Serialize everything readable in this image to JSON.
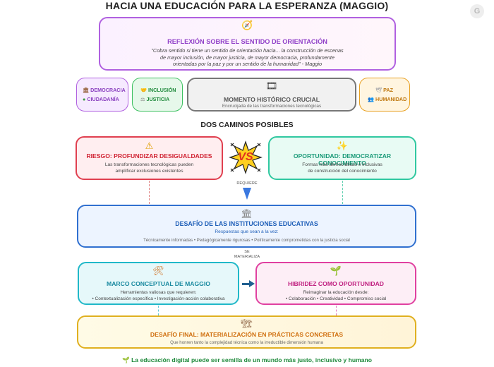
{
  "title": "HACIA UNA EDUCACIÓN PARA LA ESPERANZA (MAGGIO)",
  "reflexion": {
    "icon": "🧭",
    "heading": "REFLEXIÓN SOBRE EL SENTIDO DE ORIENTACIÓN",
    "quote_line1": "\"Cobra sentido si tiene un sentido de orientación hacia... la construcción de escenas",
    "quote_line2": "de mayor inclusión, de mayor justicia, de mayor democracia, profundamente",
    "quote_line3": "orientadas por la paz y por un sentido de la humanidad\" - Maggio"
  },
  "values": {
    "democracia": "DEMOCRACIA",
    "ciudadania": "CIUDADANÍA",
    "inclusion": "INCLUSIÓN",
    "justicia": "JUSTICIA",
    "paz": "PAZ",
    "humanidad": "HUMANIDAD"
  },
  "momento": {
    "heading": "MOMENTO HISTÓRICO CRUCIAL",
    "subtitle": "Encrucijada de las transformaciones tecnológicas"
  },
  "caminos_title": "DOS CAMINOS POSIBLES",
  "riesgo": {
    "heading": "RIESGO: PROFUNDIZAR DESIGUALDADES",
    "line1": "Las transformaciones tecnológicas pueden",
    "line2": "amplificar exclusiones existentes"
  },
  "vs_label": "VS",
  "oportunidad": {
    "heading": "OPORTUNIDAD: DEMOCRATIZAR CONOCIMIENTO",
    "line1": "Formas más democráticas e inclusivas",
    "line2": "de construcción del conocimiento"
  },
  "requiere_label": "REQUIERE",
  "desafio": {
    "heading": "DESAFÍO DE LAS INSTITUCIONES EDUCATIVAS",
    "line1": "Respuestas que sean a la vez:",
    "line2": "Técnicamente informadas • Pedagógicamente rigurosas • Políticamente comprometidas con la justicia social"
  },
  "materializa_label1": "SE",
  "materializa_label2": "MATERIALIZA",
  "marco": {
    "heading": "MARCO CONCEPTUAL DE MAGGIO",
    "line1": "Herramientas valiosas que requieren:",
    "line2": "• Contextualización específica • Investigación-acción colaborativa"
  },
  "hibridez": {
    "heading": "HIBRIDEZ COMO OPORTUNIDAD",
    "line1": "Reimaginar la educación desde:",
    "line2": "• Colaboración • Creatividad • Compromiso social"
  },
  "final": {
    "heading": "DESAFÍO FINAL: MATERIALIZACIÓN EN PRÁCTICAS CONCRETAS",
    "line1": "Que honren tanto la complejidad técnica como la irreductible dimensión humana"
  },
  "footer": "La educación digital puede ser semilla de un mundo más justo, inclusivo y humano",
  "colors": {
    "purple": "#b060e0",
    "green": "#3cc060",
    "gray": "#666666",
    "amber": "#e8a020",
    "red": "#e04050",
    "teal": "#30c8a0",
    "blue": "#3070d0",
    "cyan": "#20b8c8",
    "pink": "#e040a0",
    "gold": "#e0b020"
  }
}
